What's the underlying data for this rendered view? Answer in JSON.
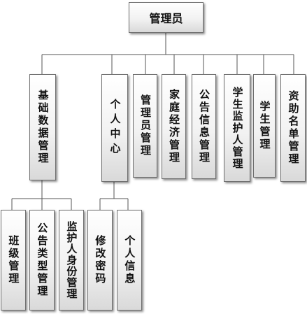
{
  "root": {
    "label": "管理员"
  },
  "modules": [
    {
      "label": "基础数据管理"
    },
    {
      "label": "个人中心"
    },
    {
      "label": "管理员管理"
    },
    {
      "label": "家庭经济管理"
    },
    {
      "label": "公告信息管理"
    },
    {
      "label": "学生监护人管理"
    },
    {
      "label": "学生管理"
    },
    {
      "label": "资助名单管理"
    }
  ],
  "basic_children": [
    {
      "label": "班级管理"
    },
    {
      "label": "公告类型管理"
    },
    {
      "label": "监护人身份管理"
    }
  ],
  "personal_children": [
    {
      "label": "修改密码"
    },
    {
      "label": "个人信息"
    }
  ]
}
